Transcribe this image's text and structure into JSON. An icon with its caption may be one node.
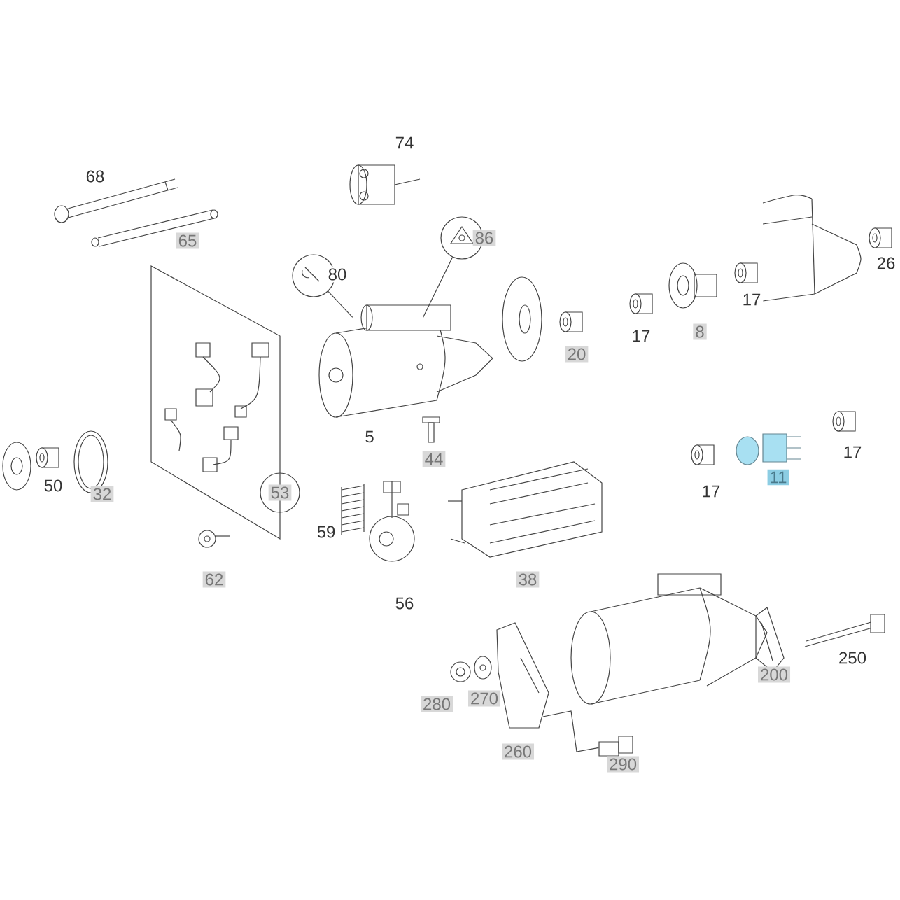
{
  "diagram": {
    "nodes": [
      {
        "text": [],
        "shape": "circle",
        "beside": [
          "80"
        ]
      },
      {
        "text": [],
        "shape": "circle",
        "beside": [
          "86"
        ]
      },
      {
        "text": [],
        "shape": "picture",
        "beside": [
          "5"
        ]
      },
      {
        "text": [],
        "shape": "picture",
        "beside": [
          "260"
        ]
      },
      {
        "text": [],
        "shape": "picture",
        "beside": [
          "290"
        ]
      }
    ],
    "edges": [
      {
        "from": 0,
        "to": 2,
        "arrow": "none"
      },
      {
        "from": 1,
        "to": 2,
        "arrow": "none"
      },
      {
        "from": 3,
        "to": 4,
        "arrow": "none"
      }
    ],
    "labels": [
      "74",
      "68",
      "65",
      "26",
      "17",
      "8",
      "17",
      "20",
      "44",
      "17",
      "11",
      "17",
      "50",
      "32",
      "53",
      "59",
      "62",
      "56",
      "38",
      "250",
      "200",
      "280",
      "270"
    ]
  }
}
